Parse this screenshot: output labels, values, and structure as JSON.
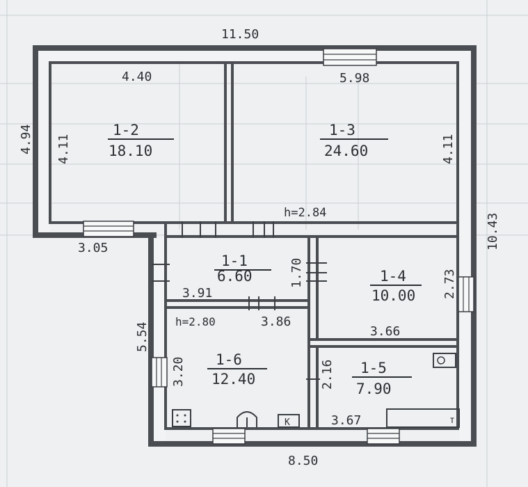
{
  "rooms": [
    {
      "id": "1-2",
      "area": "18.10"
    },
    {
      "id": "1-3",
      "area": "24.60"
    },
    {
      "id": "1-1",
      "area": "6.60"
    },
    {
      "id": "1-4",
      "area": "10.00"
    },
    {
      "id": "1-6",
      "area": "12.40"
    },
    {
      "id": "1-5",
      "area": "7.90"
    }
  ],
  "dimensions": {
    "overall_top": "11.50",
    "overall_left": "4.94",
    "overall_right": "10.43",
    "overall_bottom": "8.50",
    "lower_left": "5.54",
    "room_1_2_width": "4.40",
    "room_1_2_height": "4.11",
    "room_1_3_width": "5.98",
    "room_1_3_height": "4.11",
    "bottom_left_segment": "3.05",
    "room_1_1_width": "3.91",
    "room_1_1_height": "1.70",
    "room_1_6_width": "3.86",
    "room_1_6_height": "3.20",
    "room_1_4_height": "2.73",
    "room_1_4_width": "3.66",
    "room_1_5_height": "2.16",
    "room_1_5_width": "3.67"
  },
  "heights": {
    "upper": "h=2.84",
    "lower": "h=2.80"
  },
  "fixtures": {
    "stove_label": "К",
    "tub_label": "т"
  }
}
